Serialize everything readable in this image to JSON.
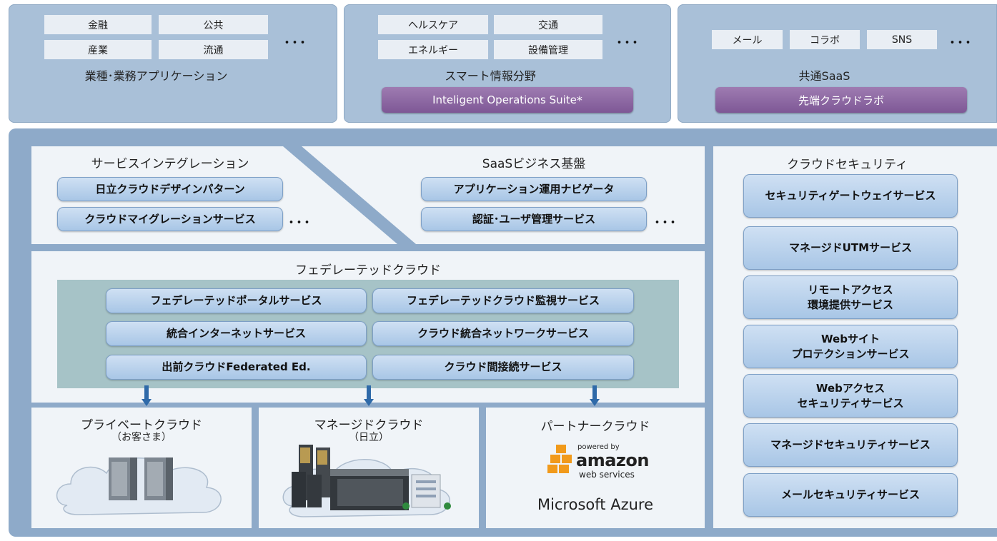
{
  "top": {
    "industry": {
      "chips": [
        "金融",
        "公共",
        "産業",
        "流通"
      ],
      "caption": "業種･業務アプリケーション"
    },
    "smart": {
      "chips": [
        "ヘルスケア",
        "交通",
        "エネルギー",
        "設備管理"
      ],
      "caption": "スマート情報分野",
      "suite": "Inteligent Operations Suite",
      "suite_mark": "*"
    },
    "saas": {
      "chips": [
        "メール",
        "コラボ",
        "SNS"
      ],
      "caption": "共通SaaS",
      "lab": "先端クラウドラボ"
    },
    "ellipsis": "･･･"
  },
  "integration": {
    "title": "サービスインテグレーション",
    "items": [
      "日立クラウドデザインパターン",
      "クラウドマイグレーションサービス"
    ]
  },
  "saas_platform": {
    "title": "SaaSビジネス基盤",
    "items": [
      "アプリケーション運用ナビゲータ",
      "認証･ユーザ管理サービス"
    ]
  },
  "federated": {
    "title": "フェデレーテッドクラウド",
    "items": [
      "フェデレーテッドポータルサービス",
      "フェデレーテッドクラウド監視サービス",
      "統合インターネットサービス",
      "クラウド統合ネットワークサービス",
      "出前クラウドFederated Ed.",
      "クラウド間接続サービス"
    ]
  },
  "private": {
    "title": "プライベートクラウド",
    "sub": "（お客さま）"
  },
  "managed": {
    "title": "マネージドクラウド",
    "sub": "（日立）"
  },
  "partner": {
    "title": "パートナークラウド",
    "aws_top": "powered by",
    "aws_main": "amazon",
    "aws_sub": "web services",
    "azure": "Microsoft Azure"
  },
  "security": {
    "title": "クラウドセキュリティ",
    "items": [
      "セキュリティゲートウェイサービス",
      "マネージドUTMサービス",
      "リモートアクセス\n環境提供サービス",
      "Webサイト\nプロテクションサービス",
      "Webアクセス\nセキュリティサービス",
      "マネージドセキュリティサービス",
      "メールセキュリティサービス"
    ]
  },
  "colors": {
    "panel": "#a9c0d8",
    "main": "#8eaac9",
    "purple": "#8a64a0",
    "button": "#b8d1ec",
    "teal": "#a6c3c7",
    "arrow": "#2f6aa9"
  }
}
